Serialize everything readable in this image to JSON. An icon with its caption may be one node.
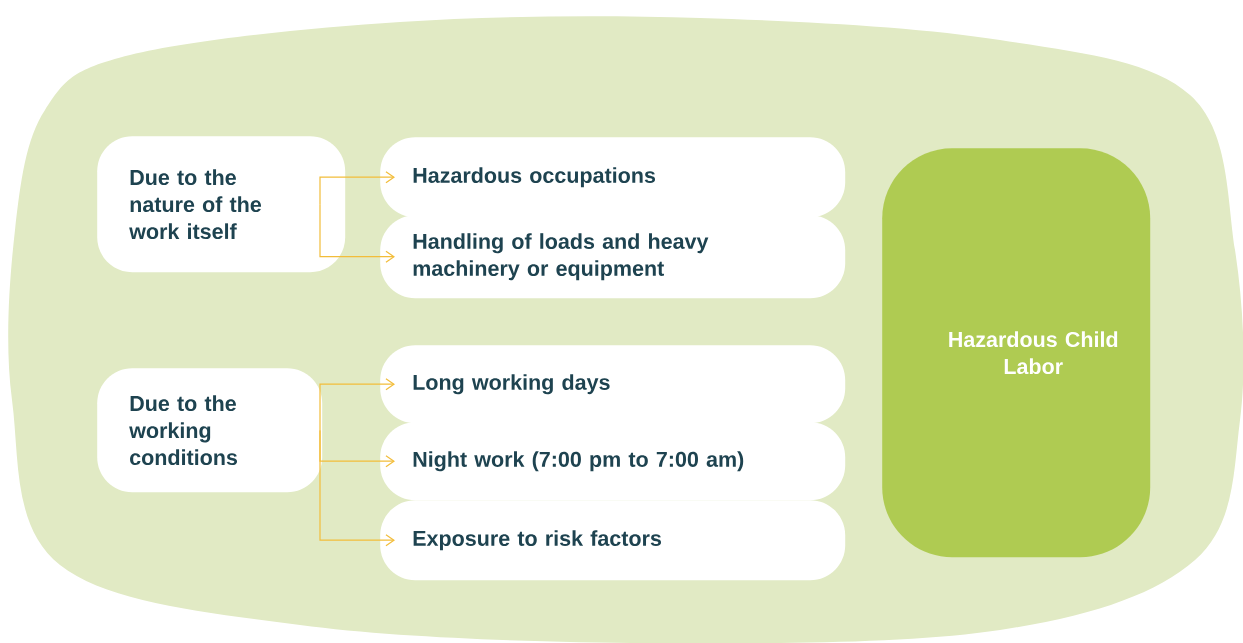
{
  "diagram": {
    "nodes": [
      {
        "text": [],
        "shape": "box"
      },
      {
        "text": [
          "Due to the nature of the work itself"
        ],
        "in": 0
      },
      {
        "text": [
          "Hazardous occupations"
        ],
        "in": 0
      },
      {
        "text": [
          "Handling of loads and heavy machinery or equipment"
        ],
        "in": 0
      },
      {
        "text": [
          "Due to the working conditions"
        ],
        "in": 0
      },
      {
        "text": [
          "Long working days"
        ],
        "in": 0
      },
      {
        "text": [
          "Night work (7:00 pm to 7:00 am)"
        ],
        "in": 0
      },
      {
        "text": [
          "Exposure to risk factors"
        ],
        "in": 0
      },
      {
        "text": [
          "Hazardous Child Labor"
        ],
        "in": 0
      }
    ],
    "edges": [
      {
        "from": 1,
        "to": 2,
        "arrow": "to"
      },
      {
        "from": 1,
        "to": 3,
        "arrow": "to"
      },
      {
        "from": 4,
        "to": 5,
        "arrow": "to"
      },
      {
        "from": 4,
        "to": 6,
        "arrow": "to"
      },
      {
        "from": 4,
        "to": 7,
        "arrow": "to"
      }
    ]
  }
}
